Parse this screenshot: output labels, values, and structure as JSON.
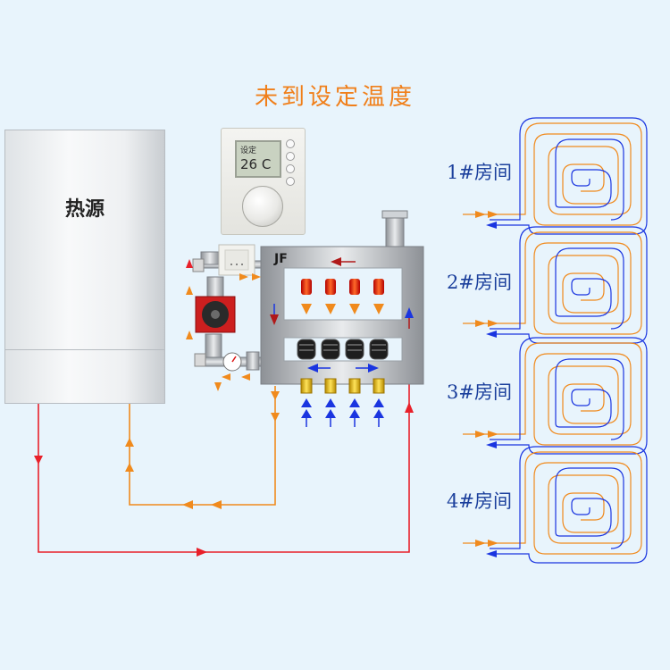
{
  "title": "未到设定温度",
  "boiler": {
    "label": "热源"
  },
  "thermostat": {
    "label": "设定",
    "temperature": "26 C"
  },
  "manifold": {
    "label": "JF"
  },
  "rooms": [
    {
      "label": "1#房间"
    },
    {
      "label": "2#房间"
    },
    {
      "label": "3#房间"
    },
    {
      "label": "4#房间"
    }
  ],
  "colors": {
    "hot": "#e8202a",
    "warm": "#f08a1d",
    "cold": "#1a35e0",
    "title": "#f07f1a",
    "room_label": "#1b3f9c",
    "background": "#e8f4fc"
  }
}
